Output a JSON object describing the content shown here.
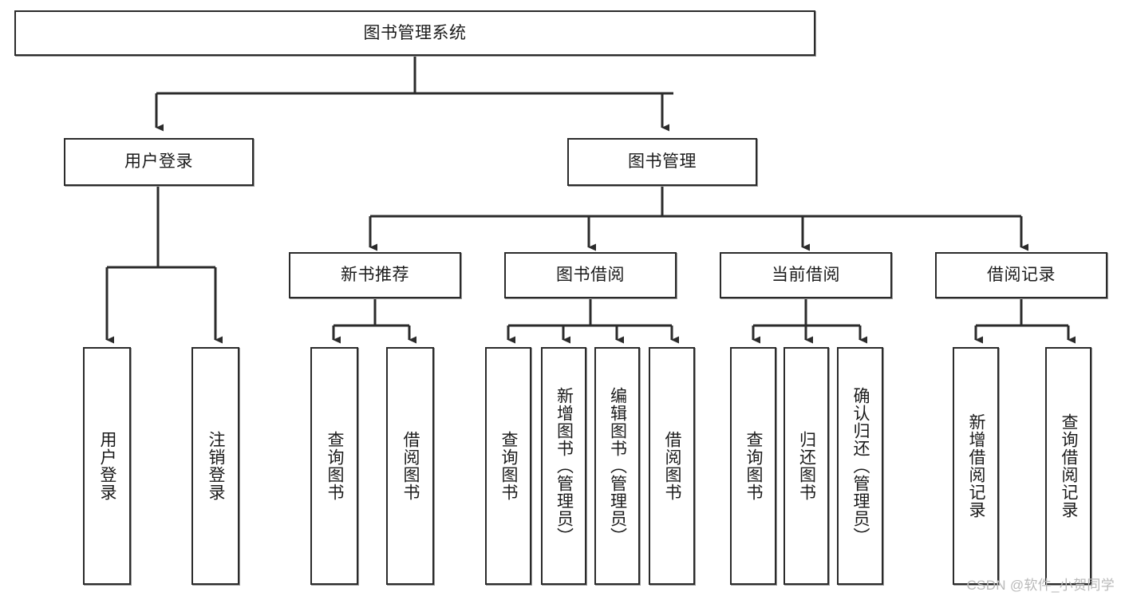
{
  "diagram": {
    "title": "图书管理系统",
    "type": "tree-hierarchy-diagram",
    "root": {
      "id": "root",
      "label": "图书管理系统"
    },
    "level2": [
      {
        "id": "user-login",
        "label": "用户登录"
      },
      {
        "id": "book-manage",
        "label": "图书管理"
      }
    ],
    "level3": [
      {
        "id": "new-book-recommend",
        "label": "新书推荐",
        "parent": "book-manage"
      },
      {
        "id": "book-borrow",
        "label": "图书借阅",
        "parent": "book-manage"
      },
      {
        "id": "current-borrow",
        "label": "当前借阅",
        "parent": "book-manage"
      },
      {
        "id": "borrow-record",
        "label": "借阅记录",
        "parent": "book-manage"
      }
    ],
    "leaves": [
      {
        "id": "leaf-user-login",
        "label": "用户登录",
        "parent": "user-login"
      },
      {
        "id": "leaf-user-logout",
        "label": "注销登录",
        "parent": "user-login"
      },
      {
        "id": "leaf-query-book-1",
        "label": "查询图书",
        "parent": "new-book-recommend"
      },
      {
        "id": "leaf-borrow-book-1",
        "label": "借阅图书",
        "parent": "new-book-recommend"
      },
      {
        "id": "leaf-query-book-2",
        "label": "查询图书",
        "parent": "book-borrow"
      },
      {
        "id": "leaf-add-book",
        "label": "新增图书（管理员）",
        "parent": "book-borrow"
      },
      {
        "id": "leaf-edit-book",
        "label": "编辑图书（管理员）",
        "parent": "book-borrow"
      },
      {
        "id": "leaf-borrow-book-2",
        "label": "借阅图书",
        "parent": "book-borrow"
      },
      {
        "id": "leaf-query-book-3",
        "label": "查询图书",
        "parent": "current-borrow"
      },
      {
        "id": "leaf-return-book",
        "label": "归还图书",
        "parent": "current-borrow"
      },
      {
        "id": "leaf-confirm-return",
        "label": "确认归还（管理员）",
        "parent": "current-borrow"
      },
      {
        "id": "leaf-add-record",
        "label": "新增借阅记录",
        "parent": "borrow-record"
      },
      {
        "id": "leaf-query-record",
        "label": "查询借阅记录",
        "parent": "borrow-record"
      }
    ]
  },
  "watermark": {
    "text": "CSDN @软件_小贺同学"
  },
  "colors": {
    "stroke": "#2b2b2b",
    "box_fill": "#ffffff",
    "text": "#1b1b1b",
    "shadow": "#9a9a9a",
    "watermark": "#b9b9b9",
    "background": "#ffffff"
  }
}
